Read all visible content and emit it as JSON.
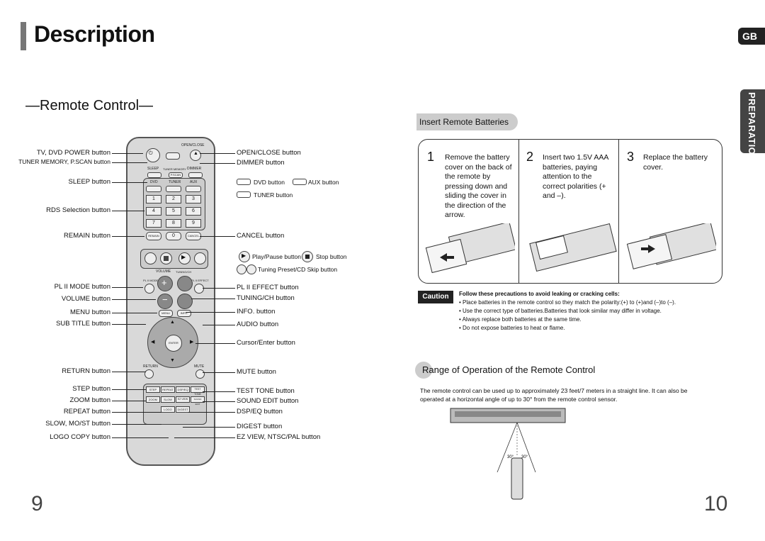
{
  "header": {
    "title": "Description",
    "lang_tab": "GB",
    "section_tab": "PREPARATION"
  },
  "remote_section": {
    "title": "—Remote Control—"
  },
  "left_labels": [
    {
      "text": "TV, DVD POWER button",
      "bold": false
    },
    {
      "text": "TUNER MEMORY, P.SCAN button",
      "bold": false
    },
    {
      "text": "SLEEP button",
      "bold": false
    },
    {
      "text": "RDS Selection button",
      "bold": false
    },
    {
      "text": "REMAIN button",
      "bold": false
    },
    {
      "text": "PL II MODE button",
      "bold": false
    },
    {
      "text": "VOLUME button",
      "bold": false
    },
    {
      "text": "MENU button",
      "bold": false
    },
    {
      "text": "SUB TITLE button",
      "bold": false
    },
    {
      "text": "RETURN button",
      "bold": false
    },
    {
      "text": "STEP button",
      "bold": false
    },
    {
      "text": "ZOOM button",
      "bold": false
    },
    {
      "text": "REPEAT button",
      "bold": false
    },
    {
      "text": "SLOW, MO/ST button",
      "bold": false
    },
    {
      "text": "LOGO COPY button",
      "bold": false
    }
  ],
  "right_labels": [
    {
      "text": "OPEN/CLOSE button"
    },
    {
      "text": "DIMMER button"
    },
    {
      "text": "DVD button"
    },
    {
      "text": "AUX button"
    },
    {
      "text": "TUNER button"
    },
    {
      "text": "CANCEL button"
    },
    {
      "text": "Play/Pause button"
    },
    {
      "text": "Stop button"
    },
    {
      "text": "Tuning Preset/CD Skip button"
    },
    {
      "text": "PL II EFFECT button"
    },
    {
      "text": "TUNING/CH button"
    },
    {
      "text": "INFO. button"
    },
    {
      "text": "AUDIO button"
    },
    {
      "text": "Cursor/Enter button"
    },
    {
      "text": "MUTE button"
    },
    {
      "text": "TEST TONE button"
    },
    {
      "text": "SOUND EDIT button"
    },
    {
      "text": "DSP/EQ button"
    },
    {
      "text": "DIGEST button"
    },
    {
      "text": "EZ VIEW, NTSC/PAL button"
    }
  ],
  "remote_keys": {
    "open_close": "OPEN/CLOSE",
    "sleep": "SLEEP",
    "tuner_memory": "TUNER MEMORY",
    "dimmer": "DIMMER",
    "pscan": "P.SCAN",
    "dvd": "DVD",
    "tuner": "TUNER",
    "aux": "AUX",
    "digits": [
      "1",
      "2",
      "3",
      "4",
      "5",
      "6",
      "7",
      "8",
      "9",
      "0"
    ],
    "remain": "REMAIN",
    "cancel": "CANCEL",
    "volume": "VOLUME",
    "tuning": "TUNING/CH",
    "pl2_mode": "PL II MODE",
    "pl2_effect": "PL II EFFECT",
    "menu": "MENU",
    "info": "INFO.",
    "enter": "ENTER",
    "return": "RETURN",
    "mute": "MUTE",
    "step": "STEP",
    "repeat": "REPEAT",
    "dsp": "DSP/EQ",
    "test_tone": "TEST TONE",
    "zoom": "ZOOM",
    "slow": "SLOW",
    "ez_view": "EZ VIEW",
    "sound_edit": "SOUND EDIT",
    "logo": "LOGO",
    "digest": "DIGEST"
  },
  "insert_batteries": {
    "header": "Insert Remote Batteries",
    "steps": [
      {
        "num": "1",
        "text": "Remove the battery cover on the back of the remote by pressing down and sliding the cover in the direction of the arrow."
      },
      {
        "num": "2",
        "text": "Insert two 1.5V AAA batteries, paying attention to the correct polarities (+ and –)."
      },
      {
        "num": "3",
        "text": "Replace the battery cover."
      }
    ]
  },
  "caution": {
    "badge": "Caution",
    "title": "Follow these precautions to avoid leaking or cracking cells:",
    "items": [
      "Place batteries in the remote control so they match the polarity:(+) to (+)and (–)to (–).",
      "Use the correct type of batteries.Batteries that look similar may differ in voltage.",
      "Always replace both batteries at the same time.",
      "Do not expose batteries to heat or flame."
    ]
  },
  "range": {
    "title": "Range of Operation of the Remote Control",
    "text": "The remote control can be used up to approximately 23 feet/7 meters in a straight line. It can also be operated at a horizontal angle of up to 30° from the remote control sensor.",
    "angle_left": "30°",
    "angle_right": "30°"
  },
  "pages": {
    "left": "9",
    "right": "10"
  },
  "colors": {
    "text": "#111111",
    "tab_dark": "#222222",
    "header_gray": "#cccccc"
  }
}
